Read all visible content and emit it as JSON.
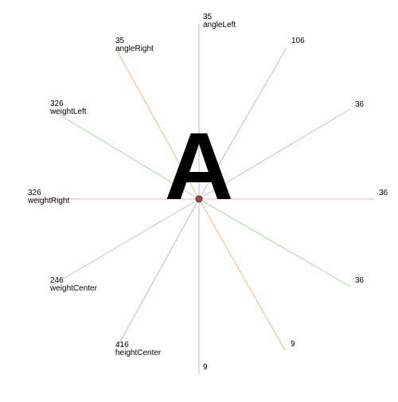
{
  "glyph": {
    "letter": "A"
  },
  "spokes": [
    {
      "id": "angleLeft",
      "value": "35",
      "label": "angleLeft",
      "color": "#a8c1e0"
    },
    {
      "id": "n106",
      "value": "106",
      "label": "",
      "color": "#c7b3d8"
    },
    {
      "id": "n36a",
      "value": "36",
      "label": "",
      "color": "#c2c0ec"
    },
    {
      "id": "n36b",
      "value": "36",
      "label": "",
      "color": "#efb1b1"
    },
    {
      "id": "n36c",
      "value": "36",
      "label": "",
      "color": "#a6d6a2"
    },
    {
      "id": "n9a",
      "value": "9",
      "label": "",
      "color": "#f7b489"
    },
    {
      "id": "n9b",
      "value": "9",
      "label": "",
      "color": "#a8c1e0"
    },
    {
      "id": "heightCenter",
      "value": "416",
      "label": "heightCenter",
      "color": "#c7b3d8"
    },
    {
      "id": "weightCenter",
      "value": "246",
      "label": "weightCenter",
      "color": "#c2c0ec"
    },
    {
      "id": "weightRight",
      "value": "326",
      "label": "weightRight",
      "color": "#efb1b1"
    },
    {
      "id": "weightLeft",
      "value": "326",
      "label": "weightLeft",
      "color": "#a6d6a2"
    },
    {
      "id": "angleRight",
      "value": "35",
      "label": "angleRight",
      "color": "#f7b489"
    }
  ],
  "center_marker_color": "#9b4a4a"
}
